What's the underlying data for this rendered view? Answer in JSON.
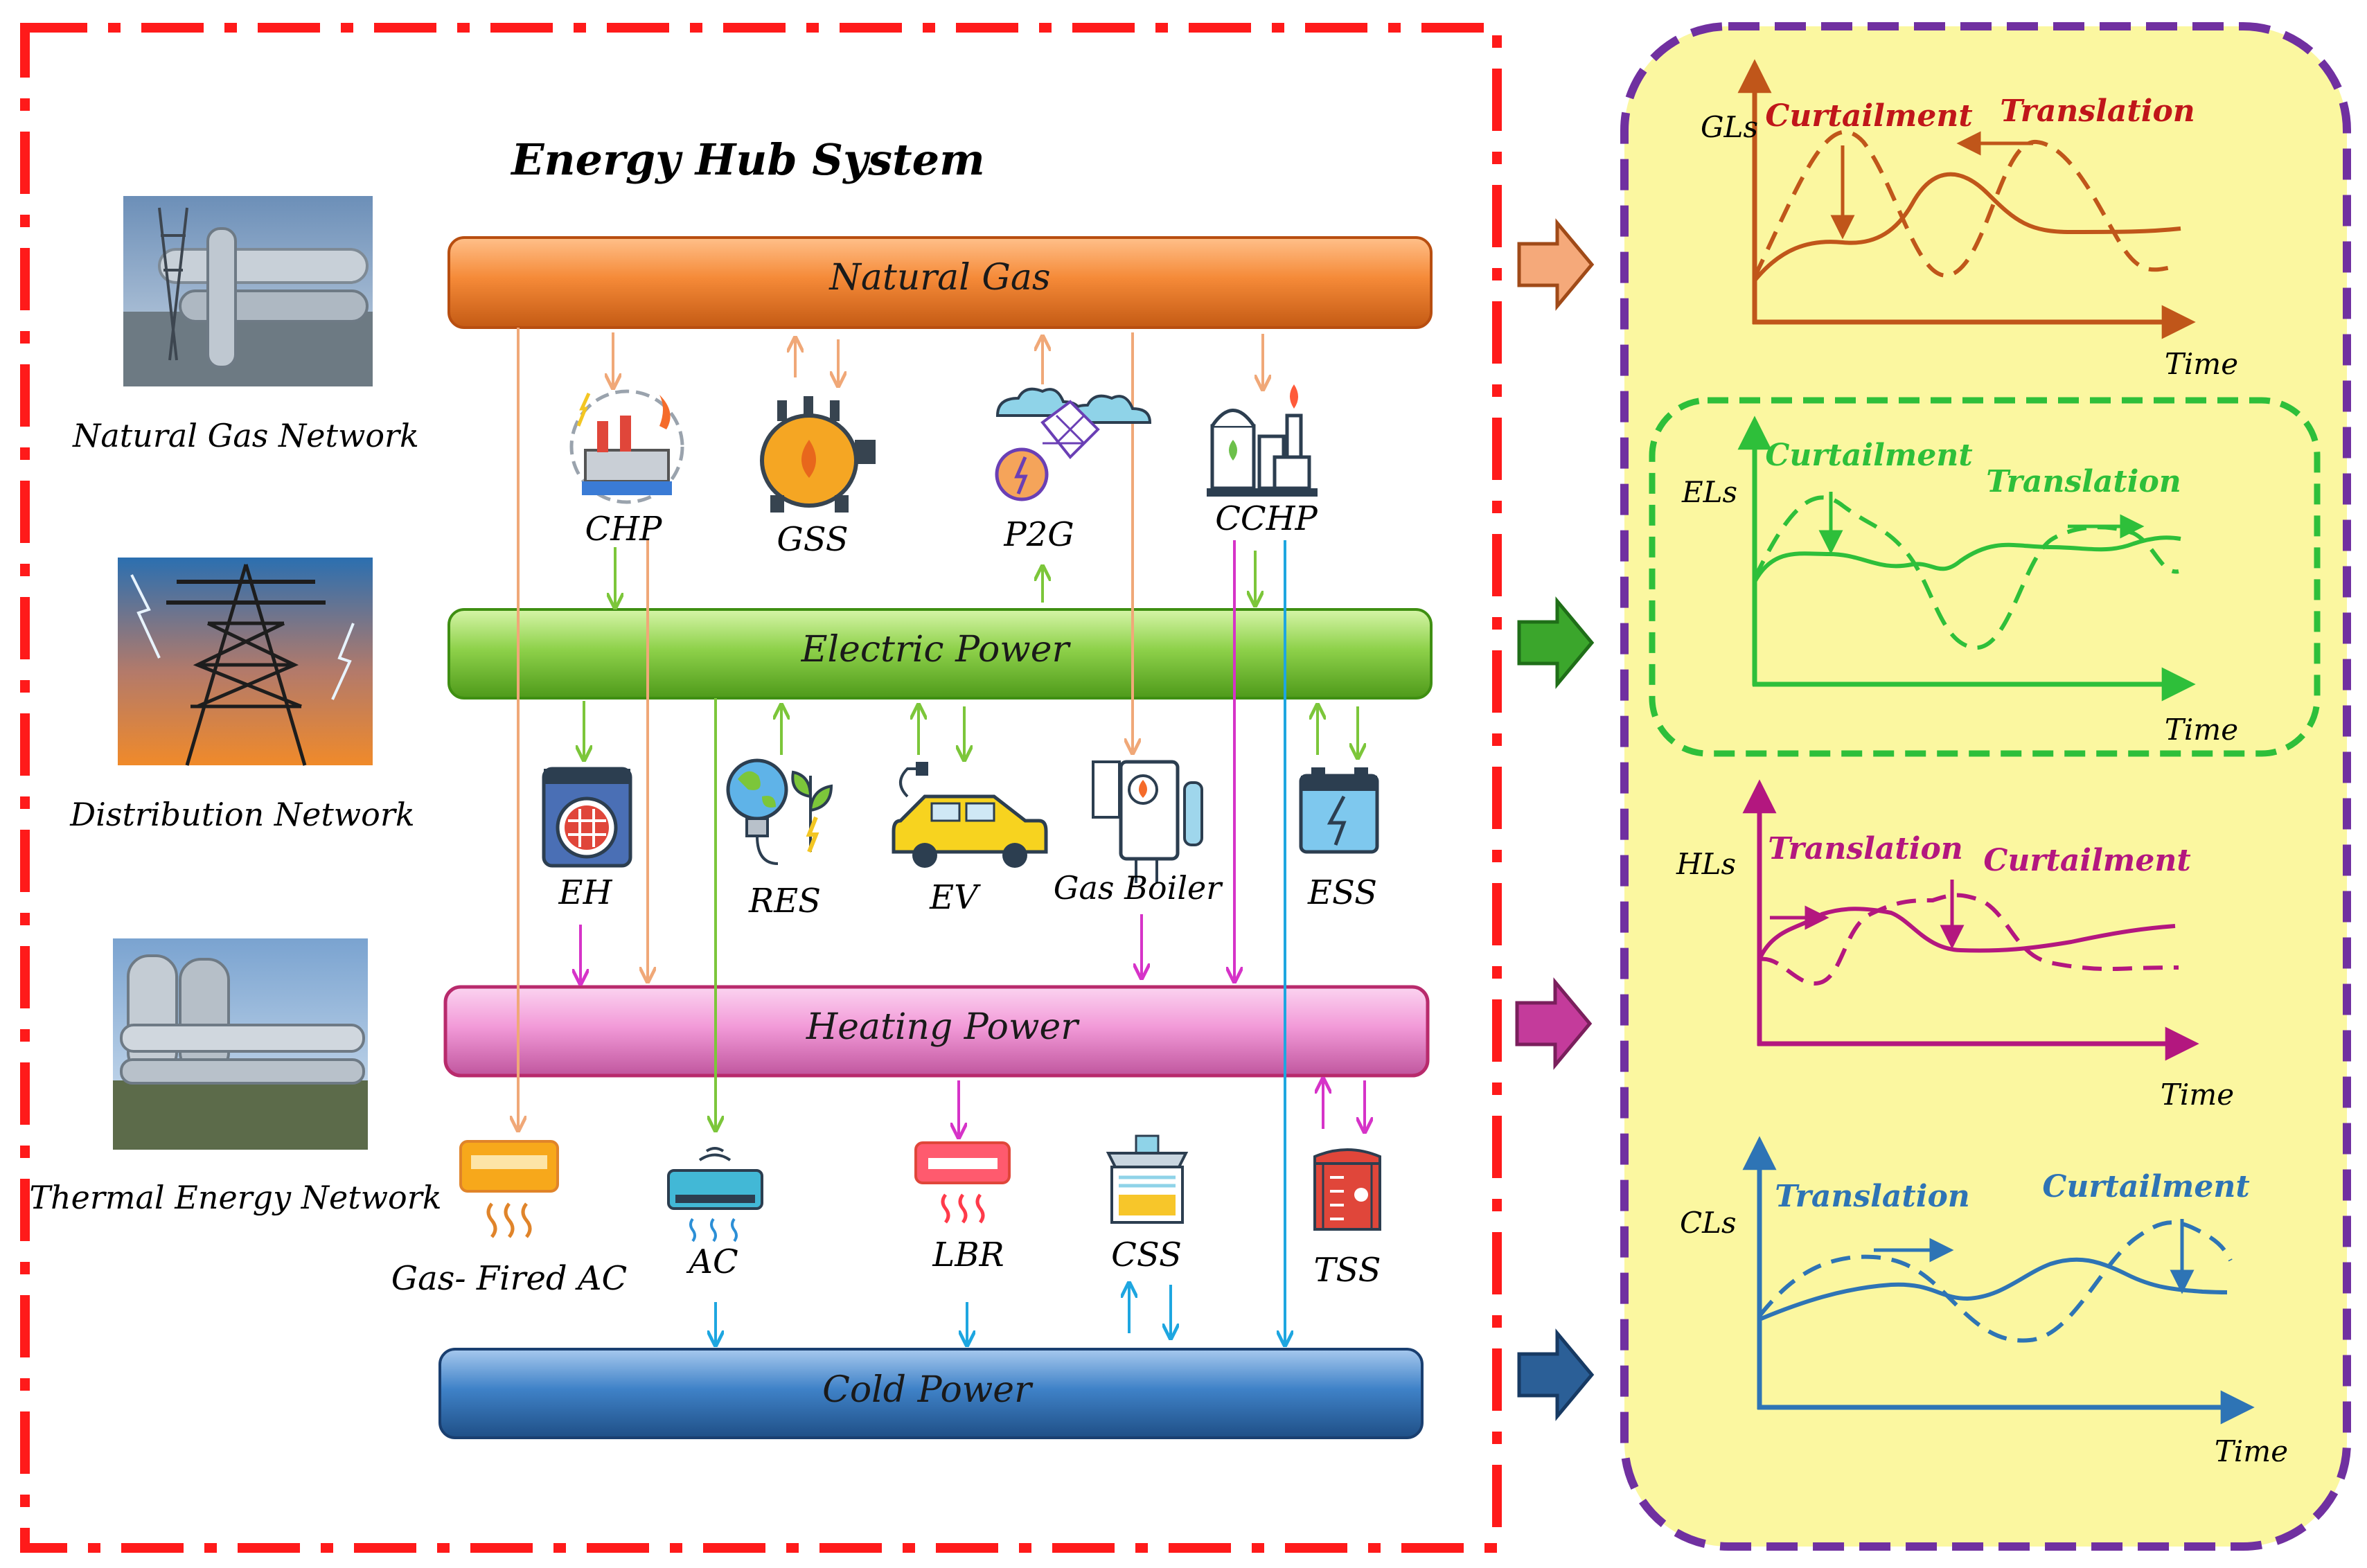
{
  "title": "Energy Hub System",
  "networks": [
    {
      "label": "Natural Gas Network"
    },
    {
      "label": "Distribution Network"
    },
    {
      "label": "Thermal Energy Network"
    }
  ],
  "buses": {
    "gas": "Natural Gas",
    "electric": "Electric Power",
    "heating": "Heating Power",
    "cold": "Cold Power"
  },
  "devices": {
    "chp": "CHP",
    "gss": "GSS",
    "p2g": "P2G",
    "cchp": "CCHP",
    "eh": "EH",
    "res": "RES",
    "ev": "EV",
    "gas_boiler": "Gas Boiler",
    "ess": "ESS",
    "gas_fired_ac": "Gas- Fired AC",
    "ac": "AC",
    "lbr": "LBR",
    "css": "CSS",
    "tss": "TSS"
  },
  "panels": [
    {
      "ylabel": "GLs",
      "xlabel": "Time",
      "first": "Curtailment",
      "second": "Translation",
      "color": "#c0561a"
    },
    {
      "ylabel": "ELs",
      "xlabel": "Time",
      "first": "Curtailment",
      "second": "Translation",
      "color": "#2ebf3a"
    },
    {
      "ylabel": "HLs",
      "xlabel": "Time",
      "first": "Translation",
      "second": "Curtailment",
      "color": "#b3177f"
    },
    {
      "ylabel": "CLs",
      "xlabel": "Time",
      "first": "Translation",
      "second": "Curtailment",
      "color": "#2e74b5"
    }
  ],
  "colors": {
    "frame": "#ff1a1a",
    "panel_bg": "#fbf7a0",
    "panel_border": "#7030a0",
    "gas_bus": "#f08a3a",
    "electric_bus": "#8ed14a",
    "heating_bus": "#f29ad8",
    "cold_bus": "#3f82c8"
  }
}
